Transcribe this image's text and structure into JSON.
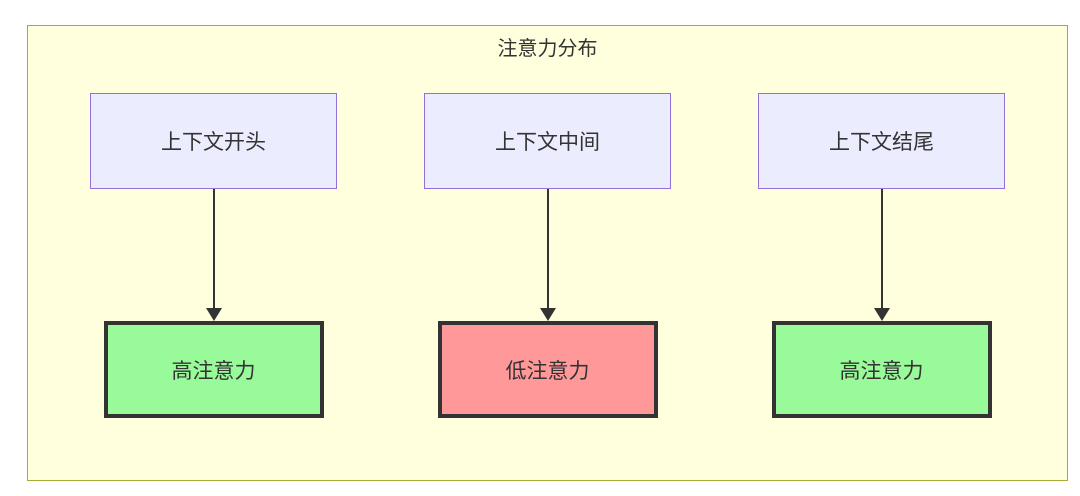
{
  "diagram": {
    "title": "注意力分布",
    "type": "flowchart",
    "colors": {
      "container_fill": "#ffffde",
      "container_border": "#aaaa33",
      "source_node_fill": "#ececff",
      "source_node_border": "#9370db",
      "high_attention_fill": "#99fa99",
      "low_attention_fill": "#ff9999",
      "node_text": "#333333",
      "arrow": "#333333",
      "page_background": "#ffffff"
    },
    "columns": [
      {
        "source": "上下文开头",
        "target": "高注意力",
        "target_type": "high"
      },
      {
        "source": "上下文中间",
        "target": "低注意力",
        "target_type": "low"
      },
      {
        "source": "上下文结尾",
        "target": "高注意力",
        "target_type": "high"
      }
    ]
  }
}
